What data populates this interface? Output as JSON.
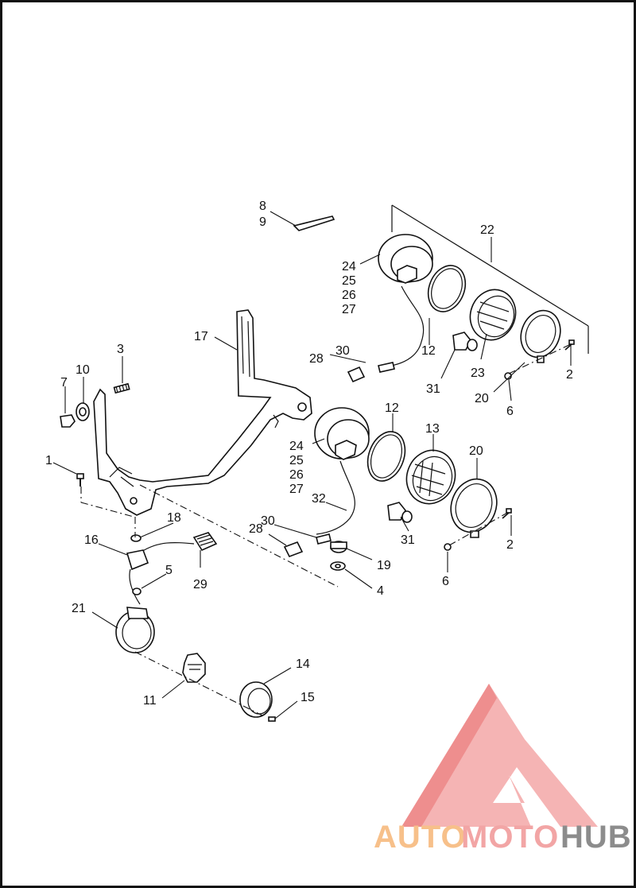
{
  "callouts": {
    "c1": "1",
    "c2a": "2",
    "c2b": "2",
    "c3": "3",
    "c4": "4",
    "c5": "5",
    "c6a": "6",
    "c6b": "6",
    "c7": "7",
    "c8": "8",
    "c9": "9",
    "c10": "10",
    "c11": "11",
    "c12a": "12",
    "c12b": "12",
    "c13": "13",
    "c14": "14",
    "c15": "15",
    "c16": "16",
    "c17": "17",
    "c18": "18",
    "c19": "19",
    "c20a": "20",
    "c20b": "20",
    "c21": "21",
    "c22": "22",
    "c23": "23",
    "c24a": "24",
    "c25a": "25",
    "c26a": "26",
    "c27a": "27",
    "c24b": "24",
    "c25b": "25",
    "c26b": "26",
    "c27b": "27",
    "c28a": "28",
    "c28b": "28",
    "c29": "29",
    "c30a": "30",
    "c30b": "30",
    "c31a": "31",
    "c31b": "31",
    "c32": "32"
  },
  "watermark": {
    "word_auto": "AUTO",
    "word_moto": "MOTO",
    "word_hub": "HUB",
    "color_auto": "#f7c08a",
    "color_moto": "#f2a5a5",
    "color_hub": "#8c8c8c",
    "logo_color": "#f08a8a"
  },
  "colors": {
    "line": "#111111",
    "background": "#ffffff"
  }
}
